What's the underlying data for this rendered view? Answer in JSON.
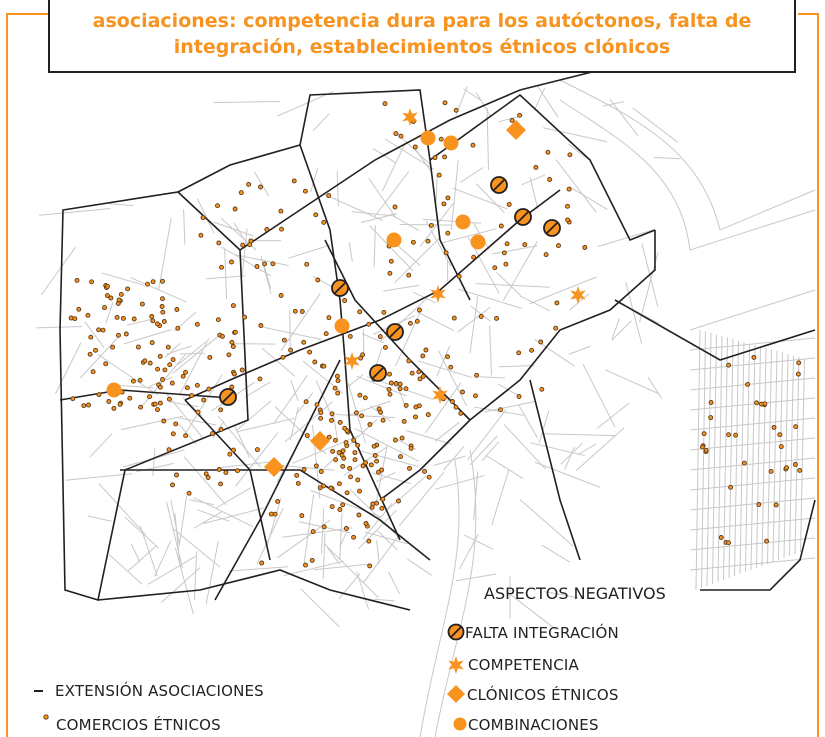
{
  "title": "asociaciones: competencia dura para los autóctonos, falta de\nintegración, establecimientos étnicos clónicos",
  "legend": {
    "negative_heading": "ASPECTOS NEGATIVOS",
    "items": [
      {
        "label": "FALTA INTEGRACIÓN",
        "icon": "no-entry-circle-icon"
      },
      {
        "label": "COMPETENCIA",
        "icon": "star-icon"
      },
      {
        "label": "CLÓNICOS ÉTNICOS",
        "icon": "diamond-icon"
      },
      {
        "label": "COMBINACIONES",
        "icon": "circle-icon"
      }
    ],
    "extension_label": "EXTENSIÓN ASOCIACIONES",
    "shops_label": "COMERCIOS ÉTNICOS"
  },
  "colors": {
    "accent": "#f7931e",
    "street": "#c8c8c8",
    "boundary": "#231f20",
    "shop_fill": "#f7931e",
    "shop_stroke": "#5b3a18"
  }
}
